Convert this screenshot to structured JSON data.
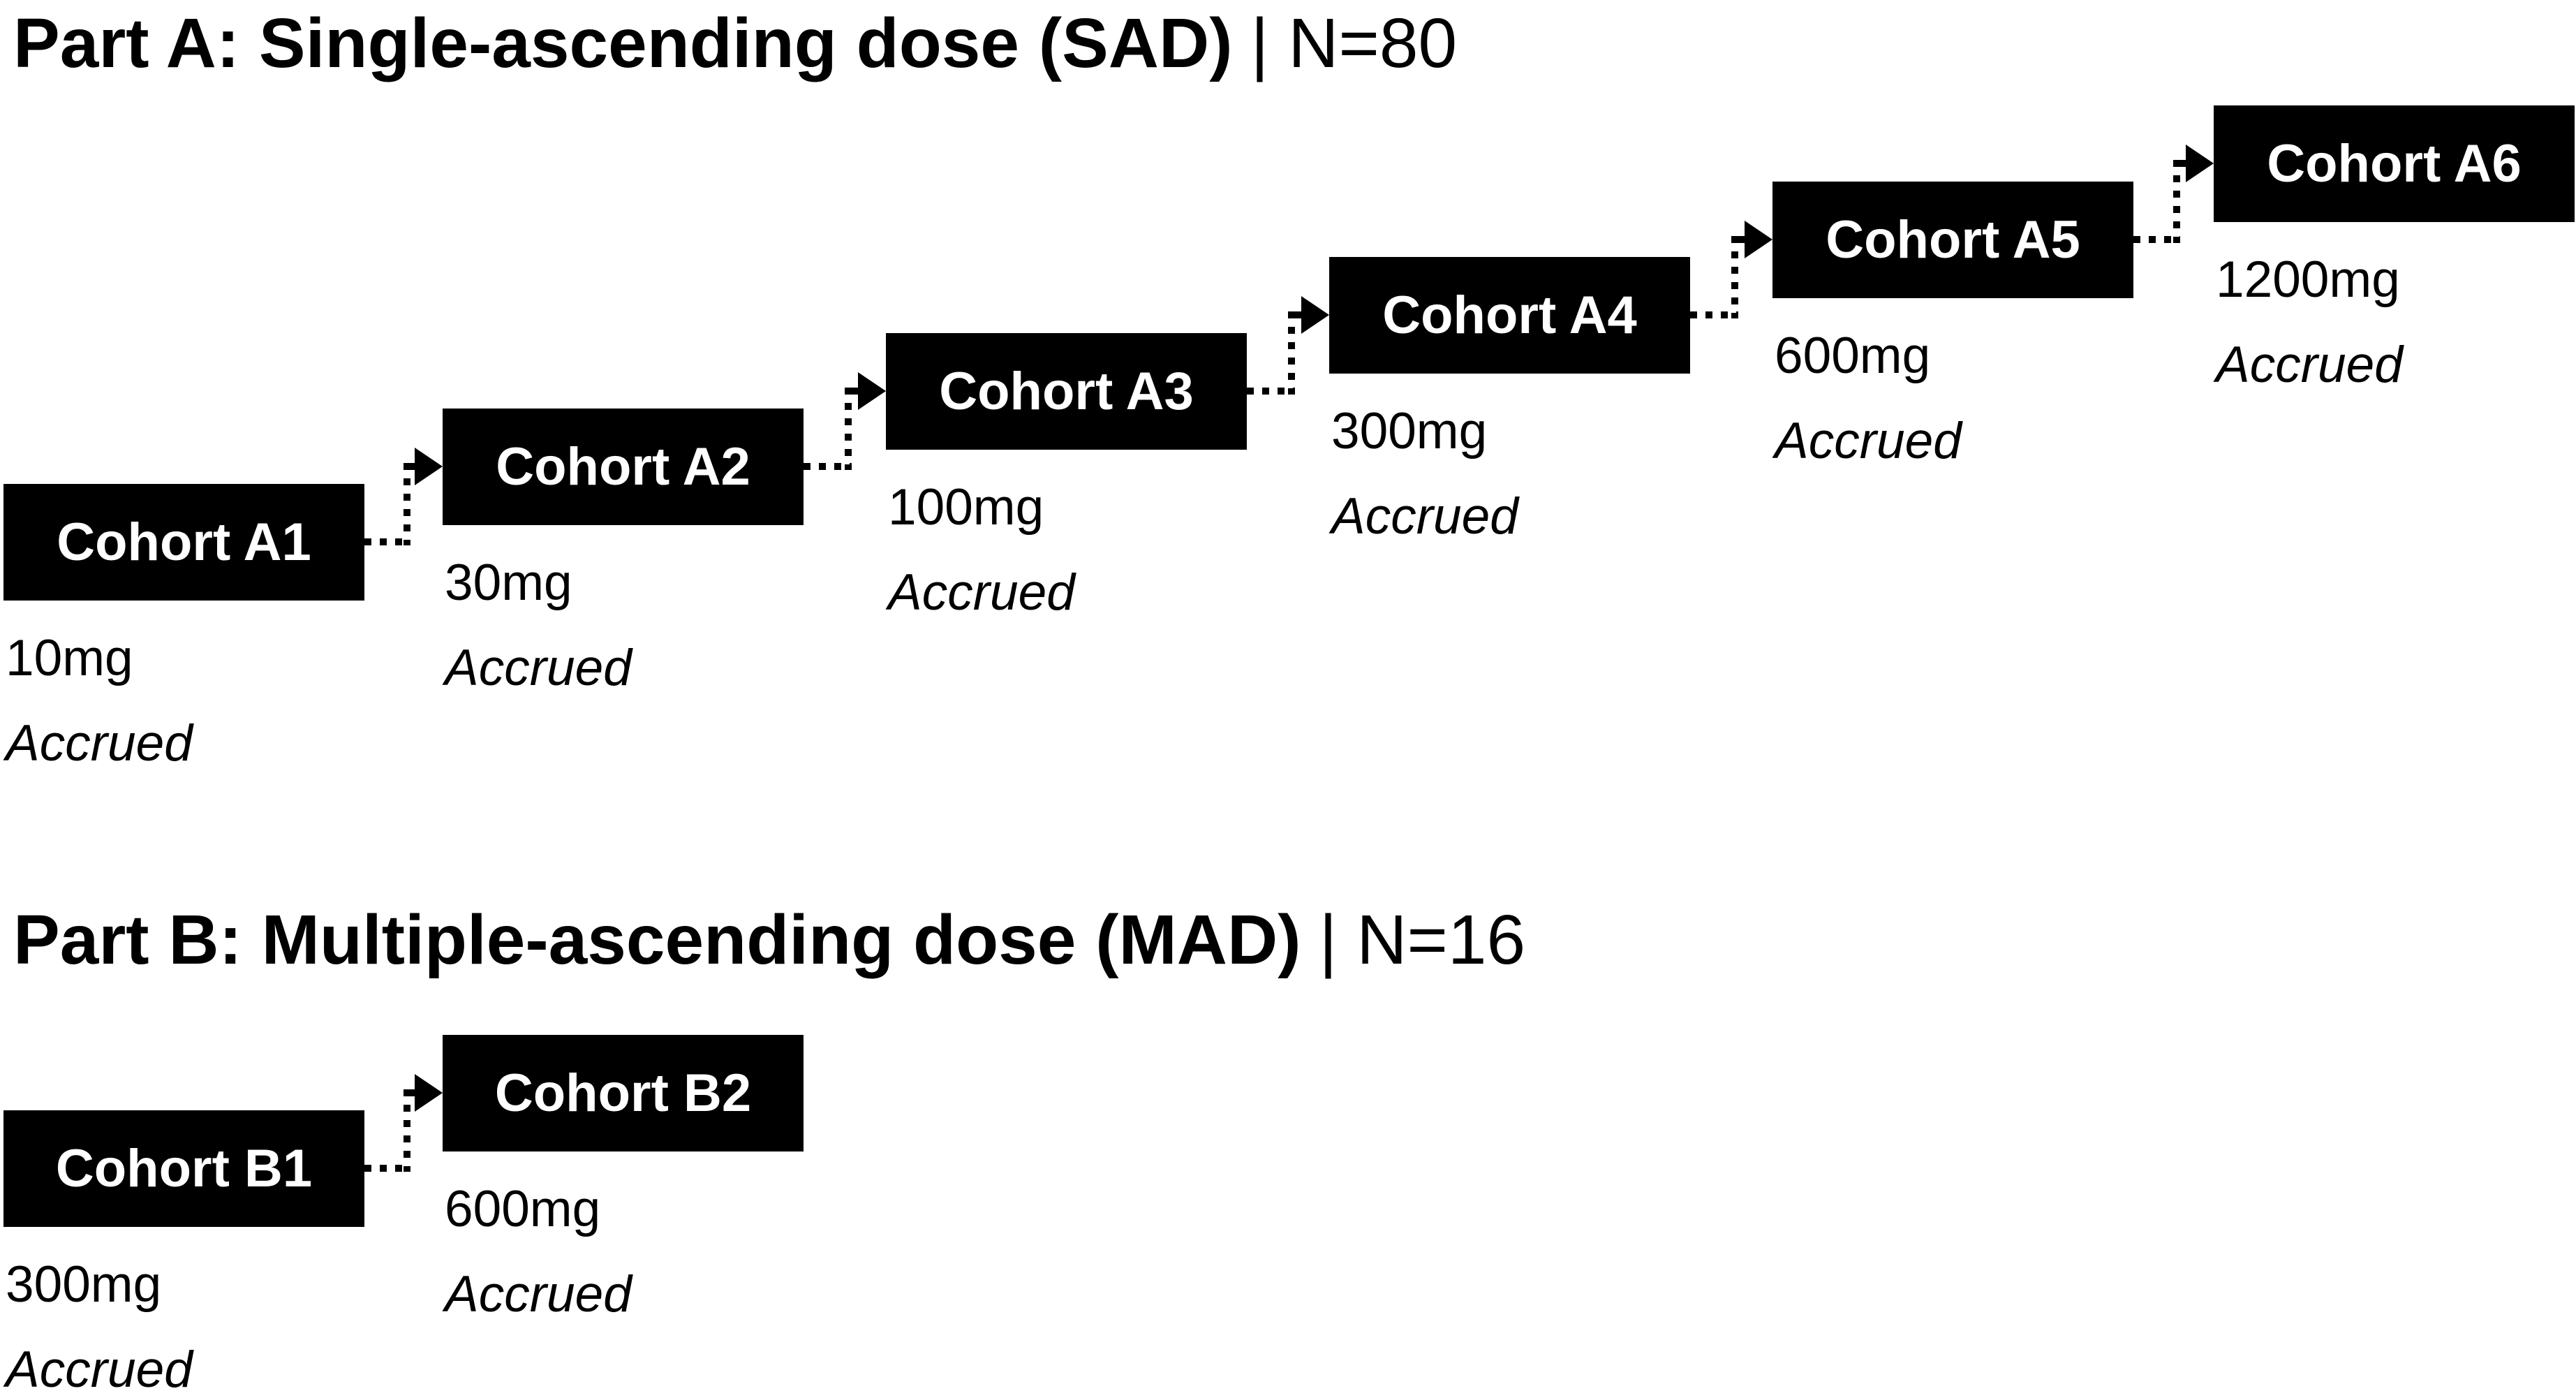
{
  "part_a": {
    "title": "Part A: Single-ascending dose (SAD)",
    "title_suffix": "| N=80",
    "cohorts": [
      {
        "label": "Cohort A1",
        "dose": "10mg",
        "status": "Accrued"
      },
      {
        "label": "Cohort A2",
        "dose": "30mg",
        "status": "Accrued"
      },
      {
        "label": "Cohort A3",
        "dose": "100mg",
        "status": "Accrued"
      },
      {
        "label": "Cohort A4",
        "dose": "300mg",
        "status": "Accrued"
      },
      {
        "label": "Cohort A5",
        "dose": "600mg",
        "status": "Accrued"
      },
      {
        "label": "Cohort A6",
        "dose": "1200mg",
        "status": "Accrued"
      }
    ]
  },
  "part_b": {
    "title": "Part B: Multiple-ascending dose (MAD)",
    "title_suffix": "| N=16",
    "cohorts": [
      {
        "label": "Cohort B1",
        "dose": "300mg",
        "status": "Accrued"
      },
      {
        "label": "Cohort B2",
        "dose": "600mg",
        "status": "Accrued"
      }
    ]
  },
  "colors": {
    "box_background": "#000000",
    "box_text": "#ffffff",
    "text": "#000000",
    "page_background": "#ffffff"
  }
}
